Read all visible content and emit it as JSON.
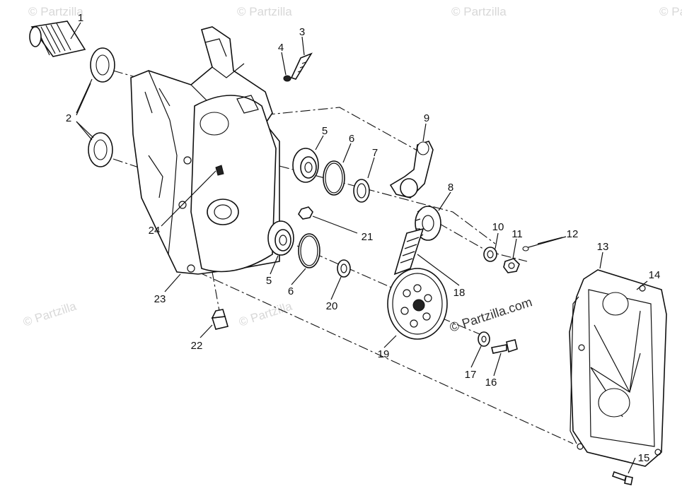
{
  "watermark": {
    "text": "© Partzilla",
    "main_text": "© Partzilla.com"
  },
  "callouts": [
    {
      "id": "1",
      "label": "1"
    },
    {
      "id": "2",
      "label": "2"
    },
    {
      "id": "3",
      "label": "3"
    },
    {
      "id": "4",
      "label": "4"
    },
    {
      "id": "5a",
      "label": "5"
    },
    {
      "id": "5b",
      "label": "5"
    },
    {
      "id": "6a",
      "label": "6"
    },
    {
      "id": "6b",
      "label": "6"
    },
    {
      "id": "7",
      "label": "7"
    },
    {
      "id": "8",
      "label": "8"
    },
    {
      "id": "9",
      "label": "9"
    },
    {
      "id": "10",
      "label": "10"
    },
    {
      "id": "11",
      "label": "11"
    },
    {
      "id": "12",
      "label": "12"
    },
    {
      "id": "13",
      "label": "13"
    },
    {
      "id": "14",
      "label": "14"
    },
    {
      "id": "15",
      "label": "15"
    },
    {
      "id": "16",
      "label": "16"
    },
    {
      "id": "17",
      "label": "17"
    },
    {
      "id": "18",
      "label": "18"
    },
    {
      "id": "19",
      "label": "19"
    },
    {
      "id": "20",
      "label": "20"
    },
    {
      "id": "21",
      "label": "21"
    },
    {
      "id": "22",
      "label": "22"
    },
    {
      "id": "23",
      "label": "23"
    },
    {
      "id": "24",
      "label": "24"
    }
  ]
}
